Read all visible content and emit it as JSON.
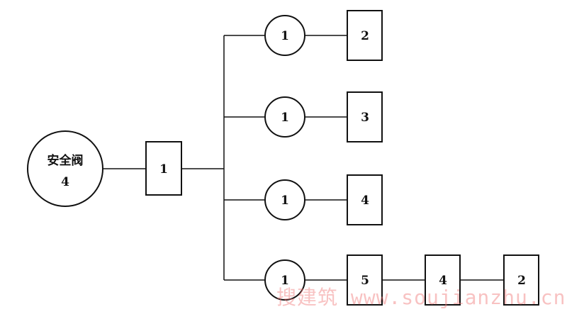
{
  "diagram": {
    "source": {
      "line1": "安全阀",
      "line2": "4"
    },
    "hub": "1",
    "branches": [
      {
        "circle": "1",
        "boxes": [
          "2"
        ]
      },
      {
        "circle": "1",
        "boxes": [
          "3"
        ]
      },
      {
        "circle": "1",
        "boxes": [
          "4"
        ]
      },
      {
        "circle": "1",
        "boxes": [
          "5",
          "4",
          "2"
        ]
      }
    ]
  },
  "watermark": "搜建筑 www.soujianzhu.cn"
}
